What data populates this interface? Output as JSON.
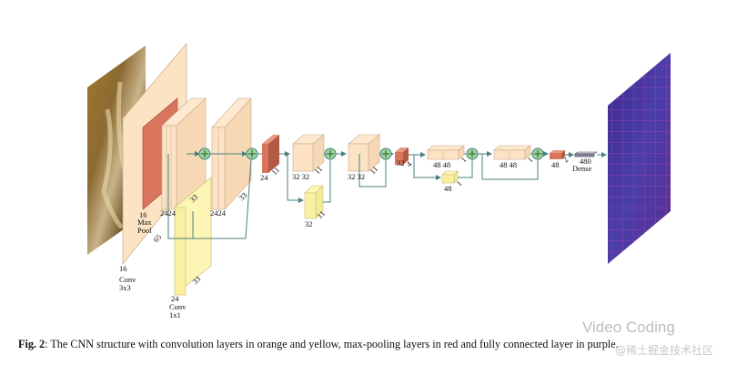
{
  "figure": {
    "labels": {
      "conv3x3": "Conv\n3x3",
      "conv1x1": "Conv\n1x1",
      "maxpool": "Max\nPool",
      "dense": "Dense",
      "n16a": "16",
      "n16b": "16",
      "n24a": "24",
      "n24b": "24",
      "n24c": "24",
      "n24d": "24",
      "n33a": "33",
      "n33b": "33",
      "n33c": "33",
      "n65": "65",
      "n32a": "32",
      "n32b": "32",
      "n32c": "32",
      "n32d": "32",
      "n32e": "32",
      "n32f": "32",
      "n11a": "11",
      "n11b": "11",
      "n11c": "11",
      "n48a": "48",
      "n48b": "48",
      "n48c": "48",
      "n48d": "48",
      "n48e": "48",
      "n48f": "48",
      "n480": "480",
      "n2": "2",
      "n1a": "1",
      "n1b": "1",
      "n1c": "1",
      "n1d": "1",
      "n4": "4"
    },
    "colors": {
      "conv_orange": "#fbe3c4",
      "conv_yellow": "#fdf5b5",
      "maxpool_red": "#d9755c",
      "fc_purple": "#5b3aa0",
      "sum_node": "#9bd49b",
      "arrow": "#4a7f80"
    }
  },
  "caption": {
    "prefix": "Fig. 2",
    "text": ": The CNN structure with convolution layers in orange and yellow, max-pooling layers in red and fully connected layer in purple."
  },
  "watermark": {
    "line1": "Video Coding",
    "line2": "@稀土掘金技术社区"
  }
}
